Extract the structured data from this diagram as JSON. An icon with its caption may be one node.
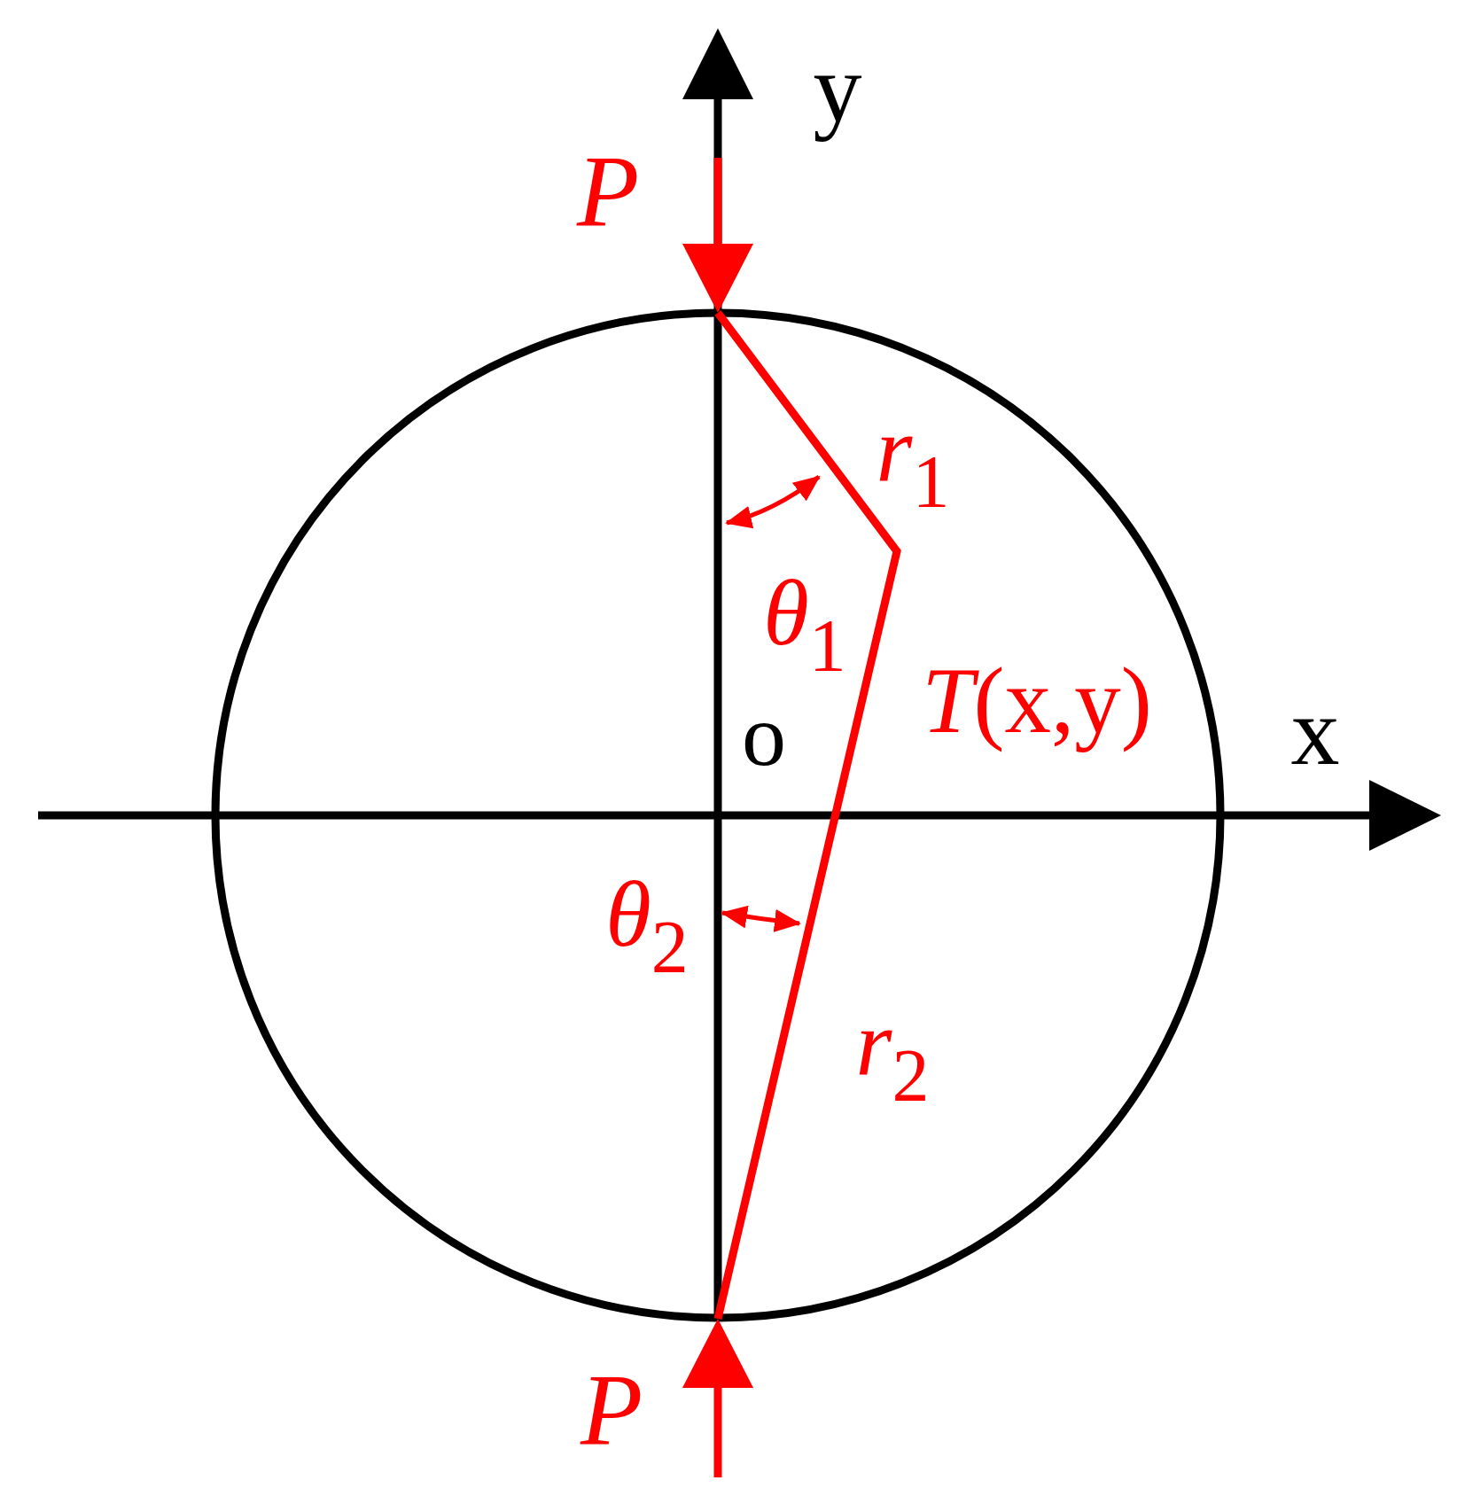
{
  "diagram": {
    "labels": [
      "y",
      "P",
      "*r*$_{1}$",
      "*θ*$_{1}$",
      "*T*(x,y)",
      "o",
      "x",
      "*θ*$_{2}$",
      "*r*$_{2}$",
      "P"
    ]
  }
}
